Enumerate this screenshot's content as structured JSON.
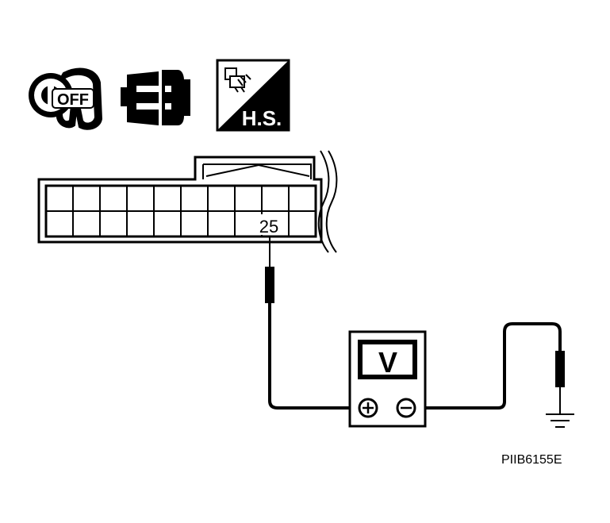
{
  "icons": {
    "ignition_label": "OFF",
    "harness_label": "H.S."
  },
  "connector": {
    "pin_label": "25"
  },
  "meter": {
    "display": "V"
  },
  "figure_code": "PIIB6155E",
  "colors": {
    "ink": "#000000",
    "background": "#ffffff",
    "connector_fill": "#ffffff"
  }
}
